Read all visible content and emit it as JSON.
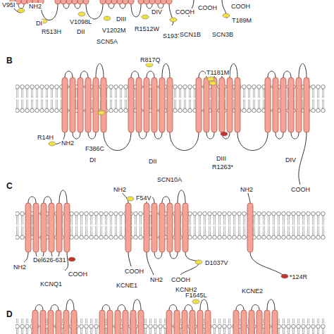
{
  "diagram": {
    "labels": [
      "V95I",
      "NH2",
      "DI",
      "R513H",
      "V1098L",
      "DII",
      "V1202M",
      "DIII",
      "R1512W",
      "DIV",
      "COOH",
      "S1937F",
      "COOH",
      "COOH",
      "T189M",
      "SCN5A",
      "SCN1B",
      "SCN3B",
      "B",
      "R817Q",
      "T1181M",
      "R14H",
      "NH2",
      "F386C",
      "DI",
      "DII",
      "DIII",
      "R1263*",
      "DIV",
      "SCN10A",
      "COOH",
      "C",
      "NH2",
      "F54V",
      "NH2",
      "Del626-631",
      "NH2",
      "COOH",
      "KCNQ1",
      "COOH",
      "KCNE1",
      "D1037V",
      "NH2",
      "COOH",
      "KCNH2",
      "*124R",
      "KCNE2",
      "D",
      "F1645L"
    ]
  }
}
